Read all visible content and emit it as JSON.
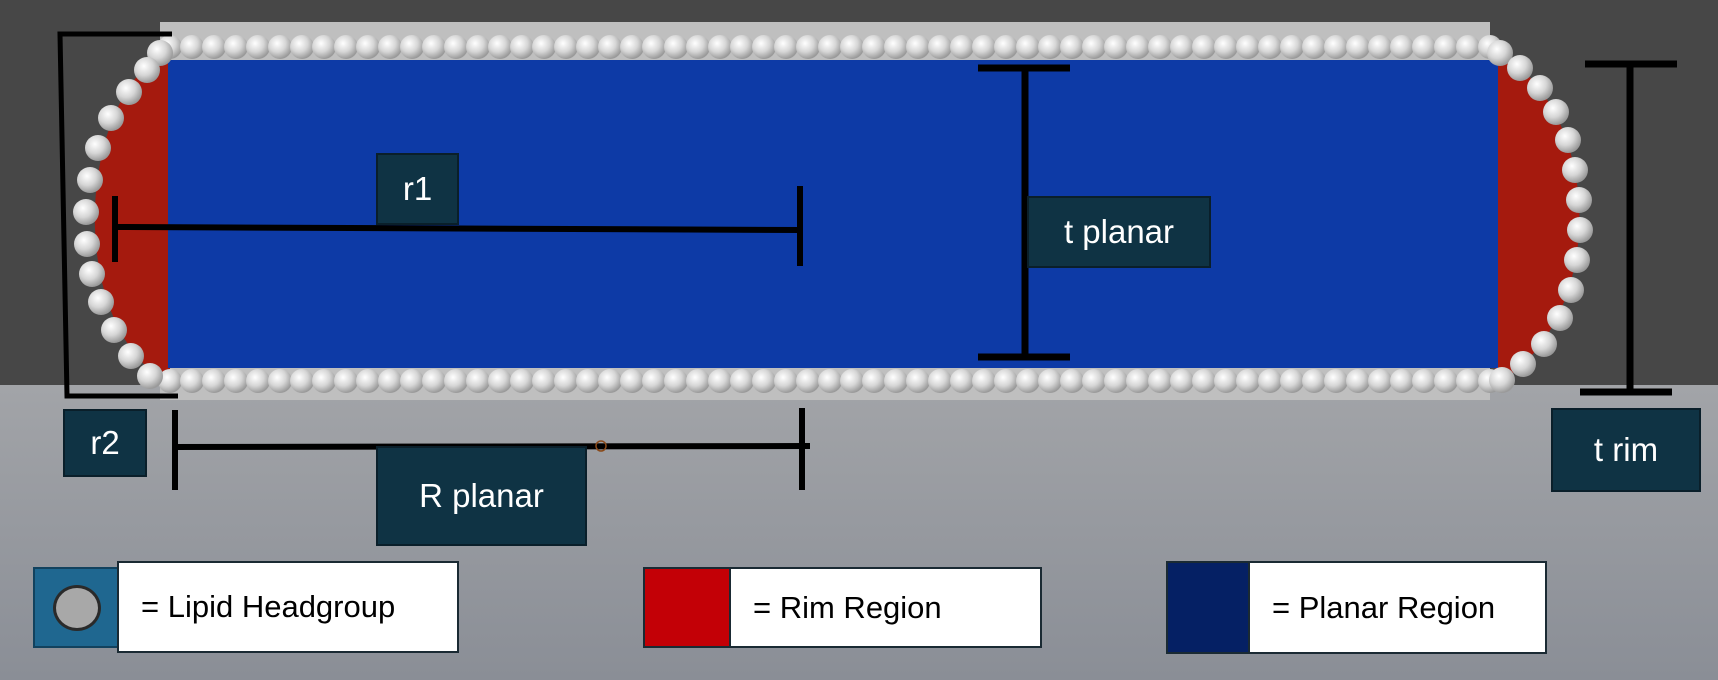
{
  "labels": {
    "r1": "r1",
    "r2": "r2",
    "t_planar": "t planar",
    "R_planar": "R planar",
    "t_rim": "t rim"
  },
  "legend": [
    {
      "swatch": "headgroup",
      "text": "= Lipid Headgroup"
    },
    {
      "swatch": "rim",
      "text": "= Rim Region"
    },
    {
      "swatch": "planar",
      "text": "= Planar Region"
    }
  ],
  "colors": {
    "background_top": "#474747",
    "background_bottom": "#8a8e96",
    "planar_region": "#0d3aa6",
    "rim_region": "#a51a0e",
    "headgroup": "#d4d4d4",
    "legend_rim": "#c30006",
    "legend_planar": "#052064",
    "legend_headgroup_bg": "#1f6790",
    "label_box": "#0f3344"
  }
}
